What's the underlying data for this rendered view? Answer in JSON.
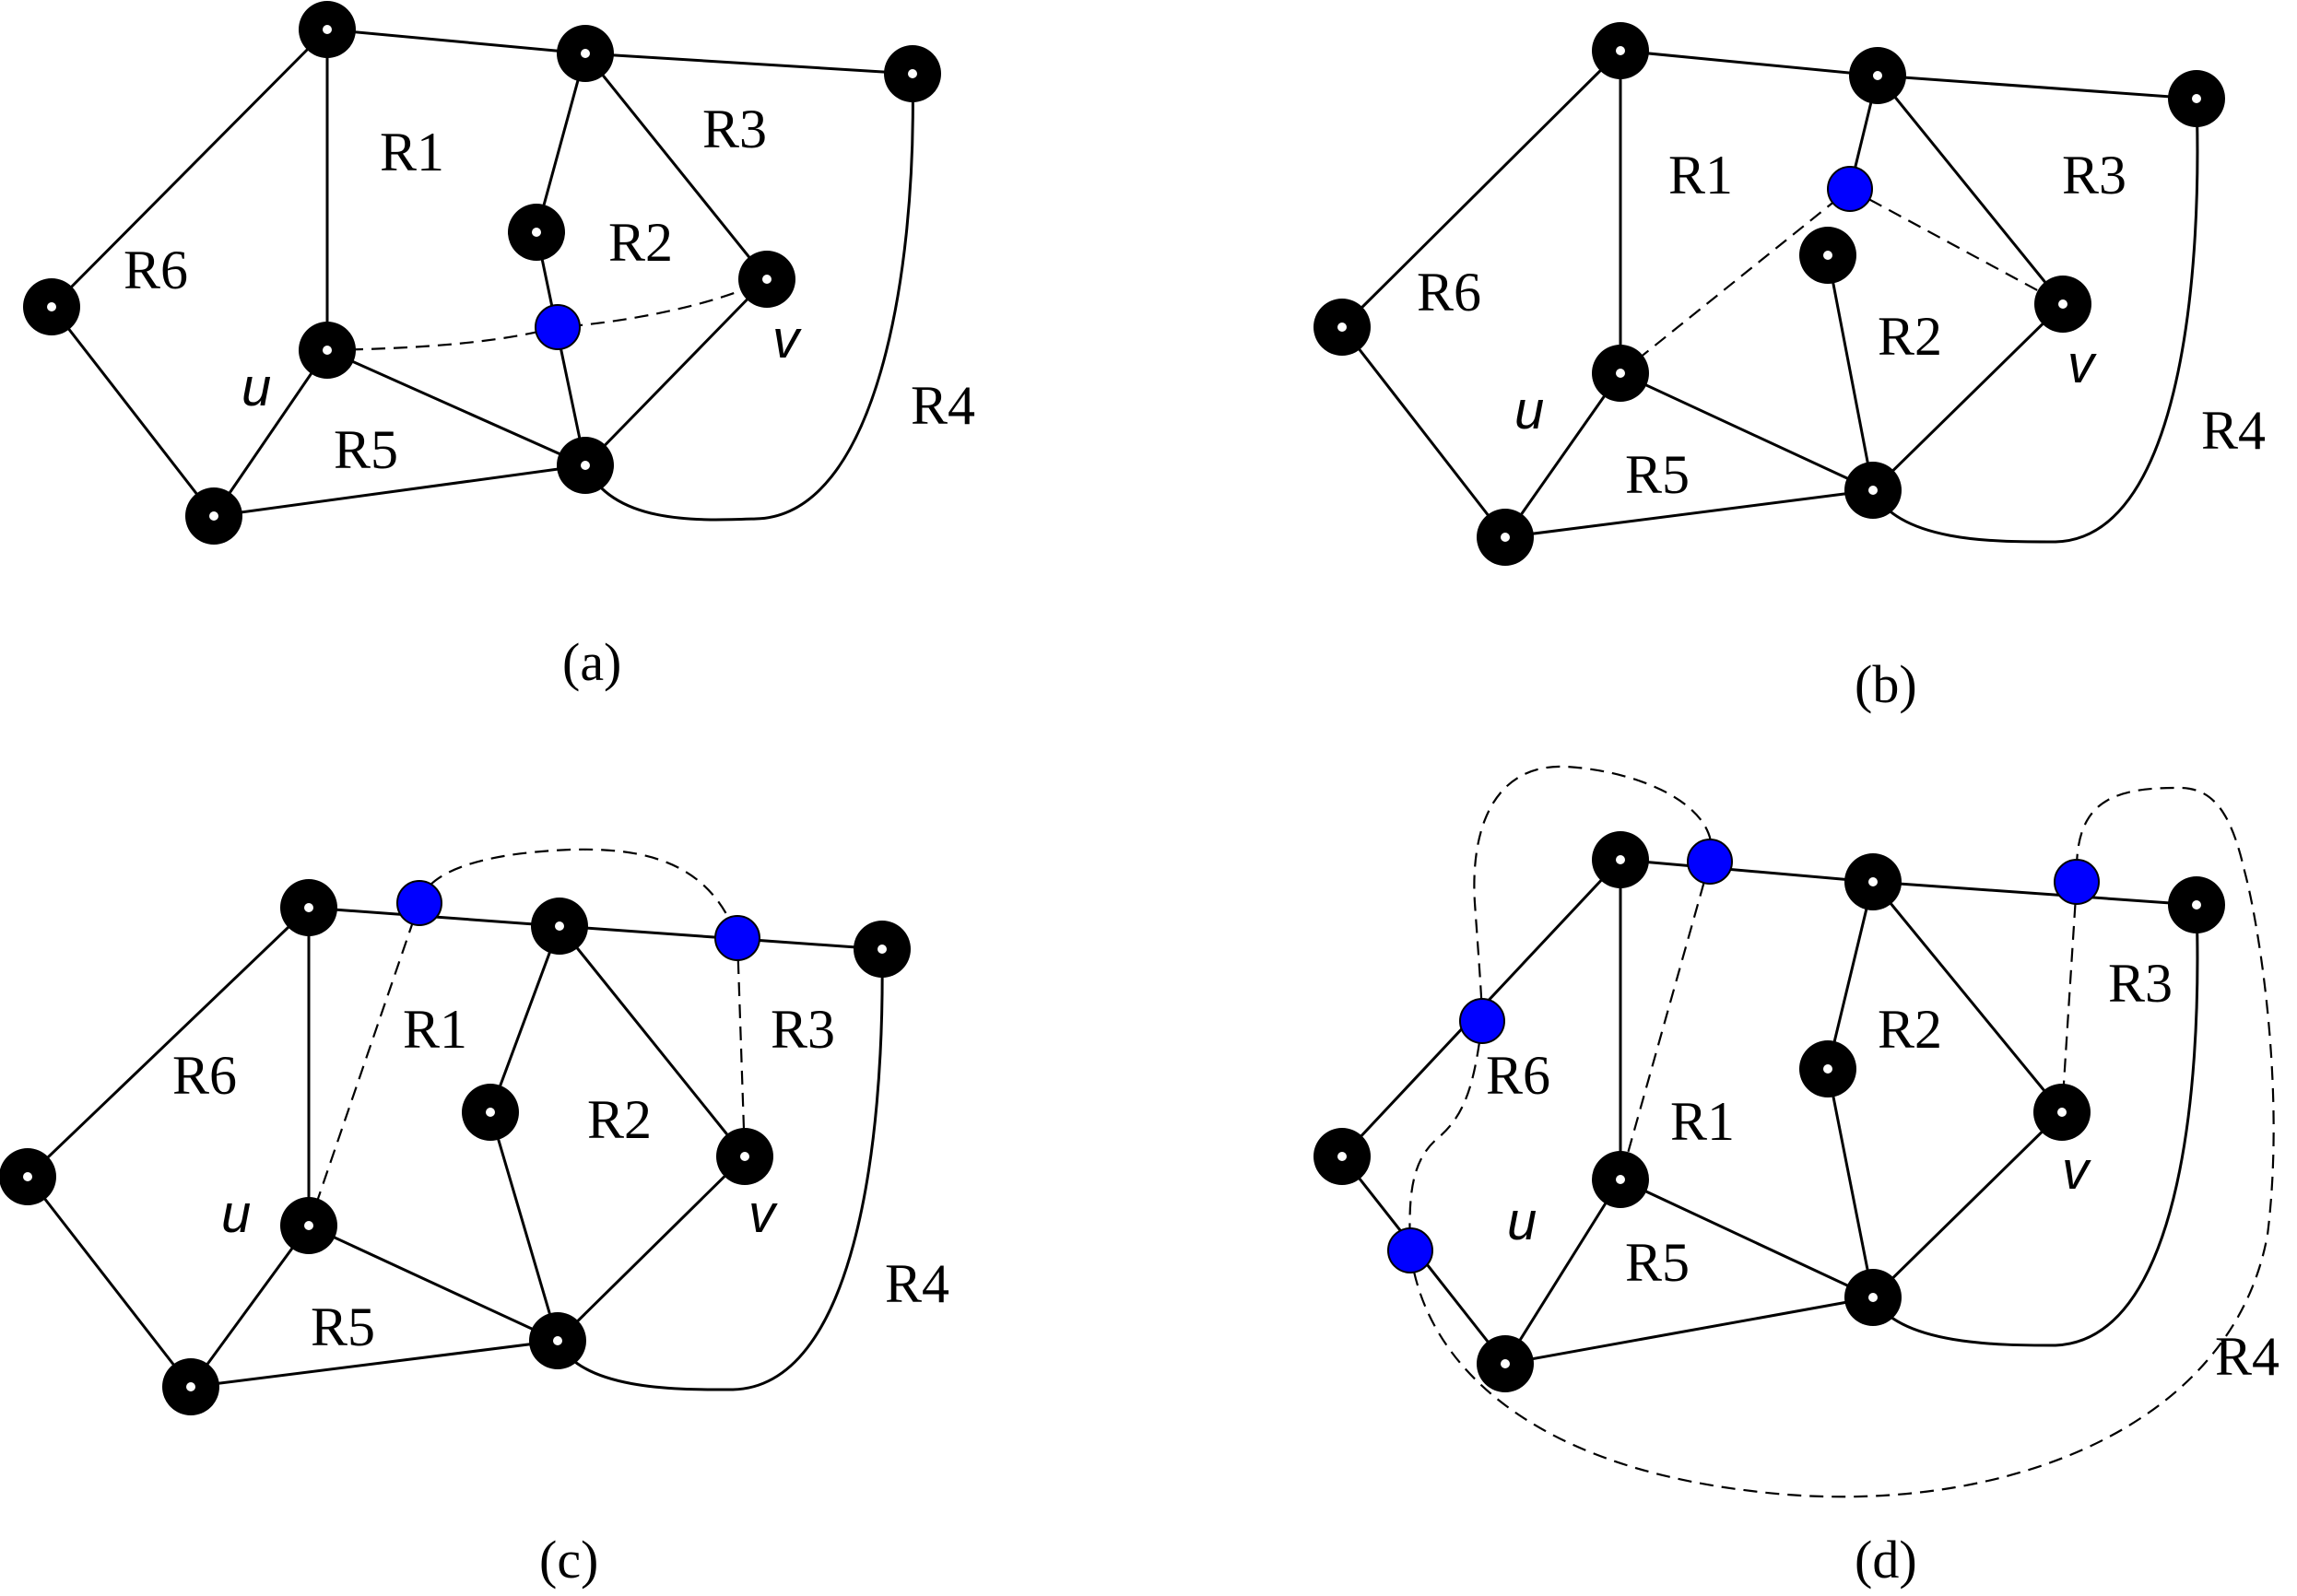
{
  "panels": [
    {
      "caption": "(a)",
      "vertex_labels": {
        "u": "u",
        "v": "v"
      },
      "regions": [
        "R1",
        "R2",
        "R3",
        "R4",
        "R5",
        "R6"
      ]
    },
    {
      "caption": "(b)",
      "vertex_labels": {
        "u": "u",
        "v": "v"
      },
      "regions": [
        "R1",
        "R2",
        "R3",
        "R4",
        "R5",
        "R6"
      ]
    },
    {
      "caption": "(c)",
      "vertex_labels": {
        "u": "u",
        "v": "v"
      },
      "regions": [
        "R1",
        "R2",
        "R3",
        "R4",
        "R5",
        "R6"
      ]
    },
    {
      "caption": "(d)",
      "vertex_labels": {
        "u": "u",
        "v": "v"
      },
      "regions": [
        "R1",
        "R2",
        "R3",
        "R4",
        "R5",
        "R6"
      ]
    }
  ],
  "colors": {
    "original_vertex": "#000000",
    "subdivision_vertex": "#0000ff",
    "edge": "#000000"
  }
}
